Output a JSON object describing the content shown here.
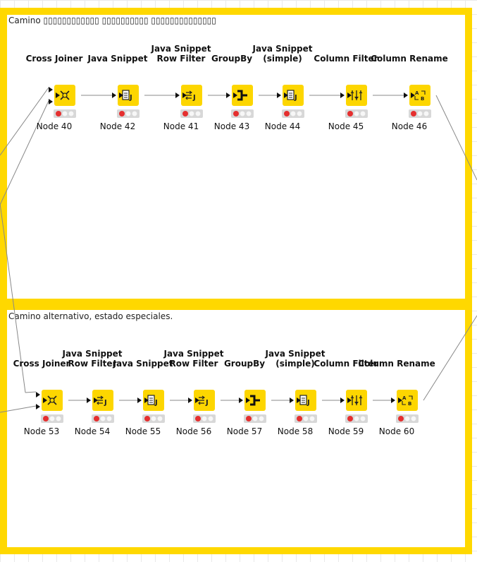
{
  "annotations": [
    {
      "text": "Camino ▯▯▯▯▯▯▯▯▯▯▯▯ ▯▯▯▯▯▯▯▯▯▯ ▯▯▯▯▯▯▯▯▯▯▯▯▯▯"
    },
    {
      "text": "Camino alternativo, estado especiales."
    }
  ],
  "workflow_row_1": [
    {
      "label": "Cross Joiner",
      "id": "Node 40",
      "icon": "cross-joiner-icon",
      "status": "red"
    },
    {
      "label": "Java Snippet",
      "id": "Node 42",
      "icon": "java-snippet-icon",
      "status": "red"
    },
    {
      "label": "Java Snippet\nRow Filter",
      "id": "Node 41",
      "icon": "java-row-filter-icon",
      "status": "red"
    },
    {
      "label": "GroupBy",
      "id": "Node 43",
      "icon": "groupby-icon",
      "status": "red"
    },
    {
      "label": "Java Snippet\n(simple)",
      "id": "Node 44",
      "icon": "java-snippet-simple-icon",
      "status": "red"
    },
    {
      "label": "Column Filter",
      "id": "Node 45",
      "icon": "column-filter-icon",
      "status": "red"
    },
    {
      "label": "Column Rename",
      "id": "Node 46",
      "icon": "column-rename-icon",
      "status": "red"
    }
  ],
  "workflow_row_2": [
    {
      "label": "Cross Joiner",
      "id": "Node 53",
      "icon": "cross-joiner-icon",
      "status": "red"
    },
    {
      "label": "Java Snippet\nRow Filter",
      "id": "Node 54",
      "icon": "java-row-filter-icon",
      "status": "red"
    },
    {
      "label": "Java Snippet",
      "id": "Node 55",
      "icon": "java-snippet-icon",
      "status": "red"
    },
    {
      "label": "Java Snippet\nRow Filter",
      "id": "Node 56",
      "icon": "java-row-filter-icon",
      "status": "red"
    },
    {
      "label": "GroupBy",
      "id": "Node 57",
      "icon": "groupby-icon",
      "status": "red"
    },
    {
      "label": "Java Snippet\n(simple)",
      "id": "Node 58",
      "icon": "java-snippet-simple-icon",
      "status": "red"
    },
    {
      "label": "Column Filter",
      "id": "Node 59",
      "icon": "column-filter-icon",
      "status": "red"
    },
    {
      "label": "Column Rename",
      "id": "Node 60",
      "icon": "column-rename-icon",
      "status": "red"
    }
  ],
  "colors": {
    "annotation_border": "#ffd800",
    "node_fill": "#fdd600",
    "status_red": "#e52f2f",
    "connection": "#888888"
  }
}
